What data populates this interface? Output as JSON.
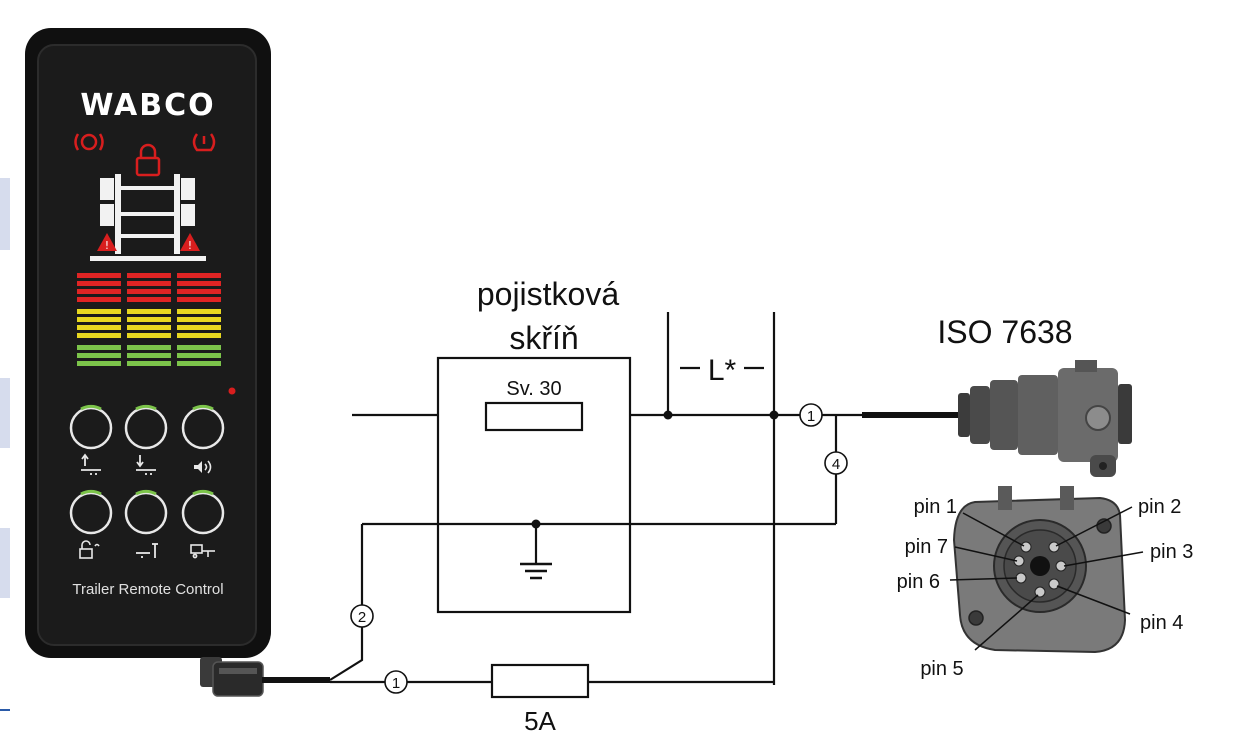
{
  "remote": {
    "brand": "WABCO",
    "footer": "Trailer Remote Control"
  },
  "fuse_box": {
    "title_line1": "pojistková",
    "title_line2": "skříň",
    "fuse_label": "Sv. 30"
  },
  "length_marker": "L*",
  "connector_title": "ISO 7638",
  "inline_fuse_label": "5A",
  "wire_markers": {
    "marker_1_top": "1",
    "marker_4": "4",
    "marker_2": "2",
    "marker_1_bottom": "1"
  },
  "pins": {
    "pin1": "pin 1",
    "pin2": "pin 2",
    "pin3": "pin 3",
    "pin4": "pin 4",
    "pin5": "pin 5",
    "pin6": "pin 6",
    "pin7": "pin 7"
  },
  "colors": {
    "bar_red": "#e02424",
    "bar_yellow": "#e8d820",
    "bar_green": "#7cc44a",
    "led_red": "#d81e1e",
    "panel_black": "#151515",
    "side_tab": "#d6dced"
  }
}
